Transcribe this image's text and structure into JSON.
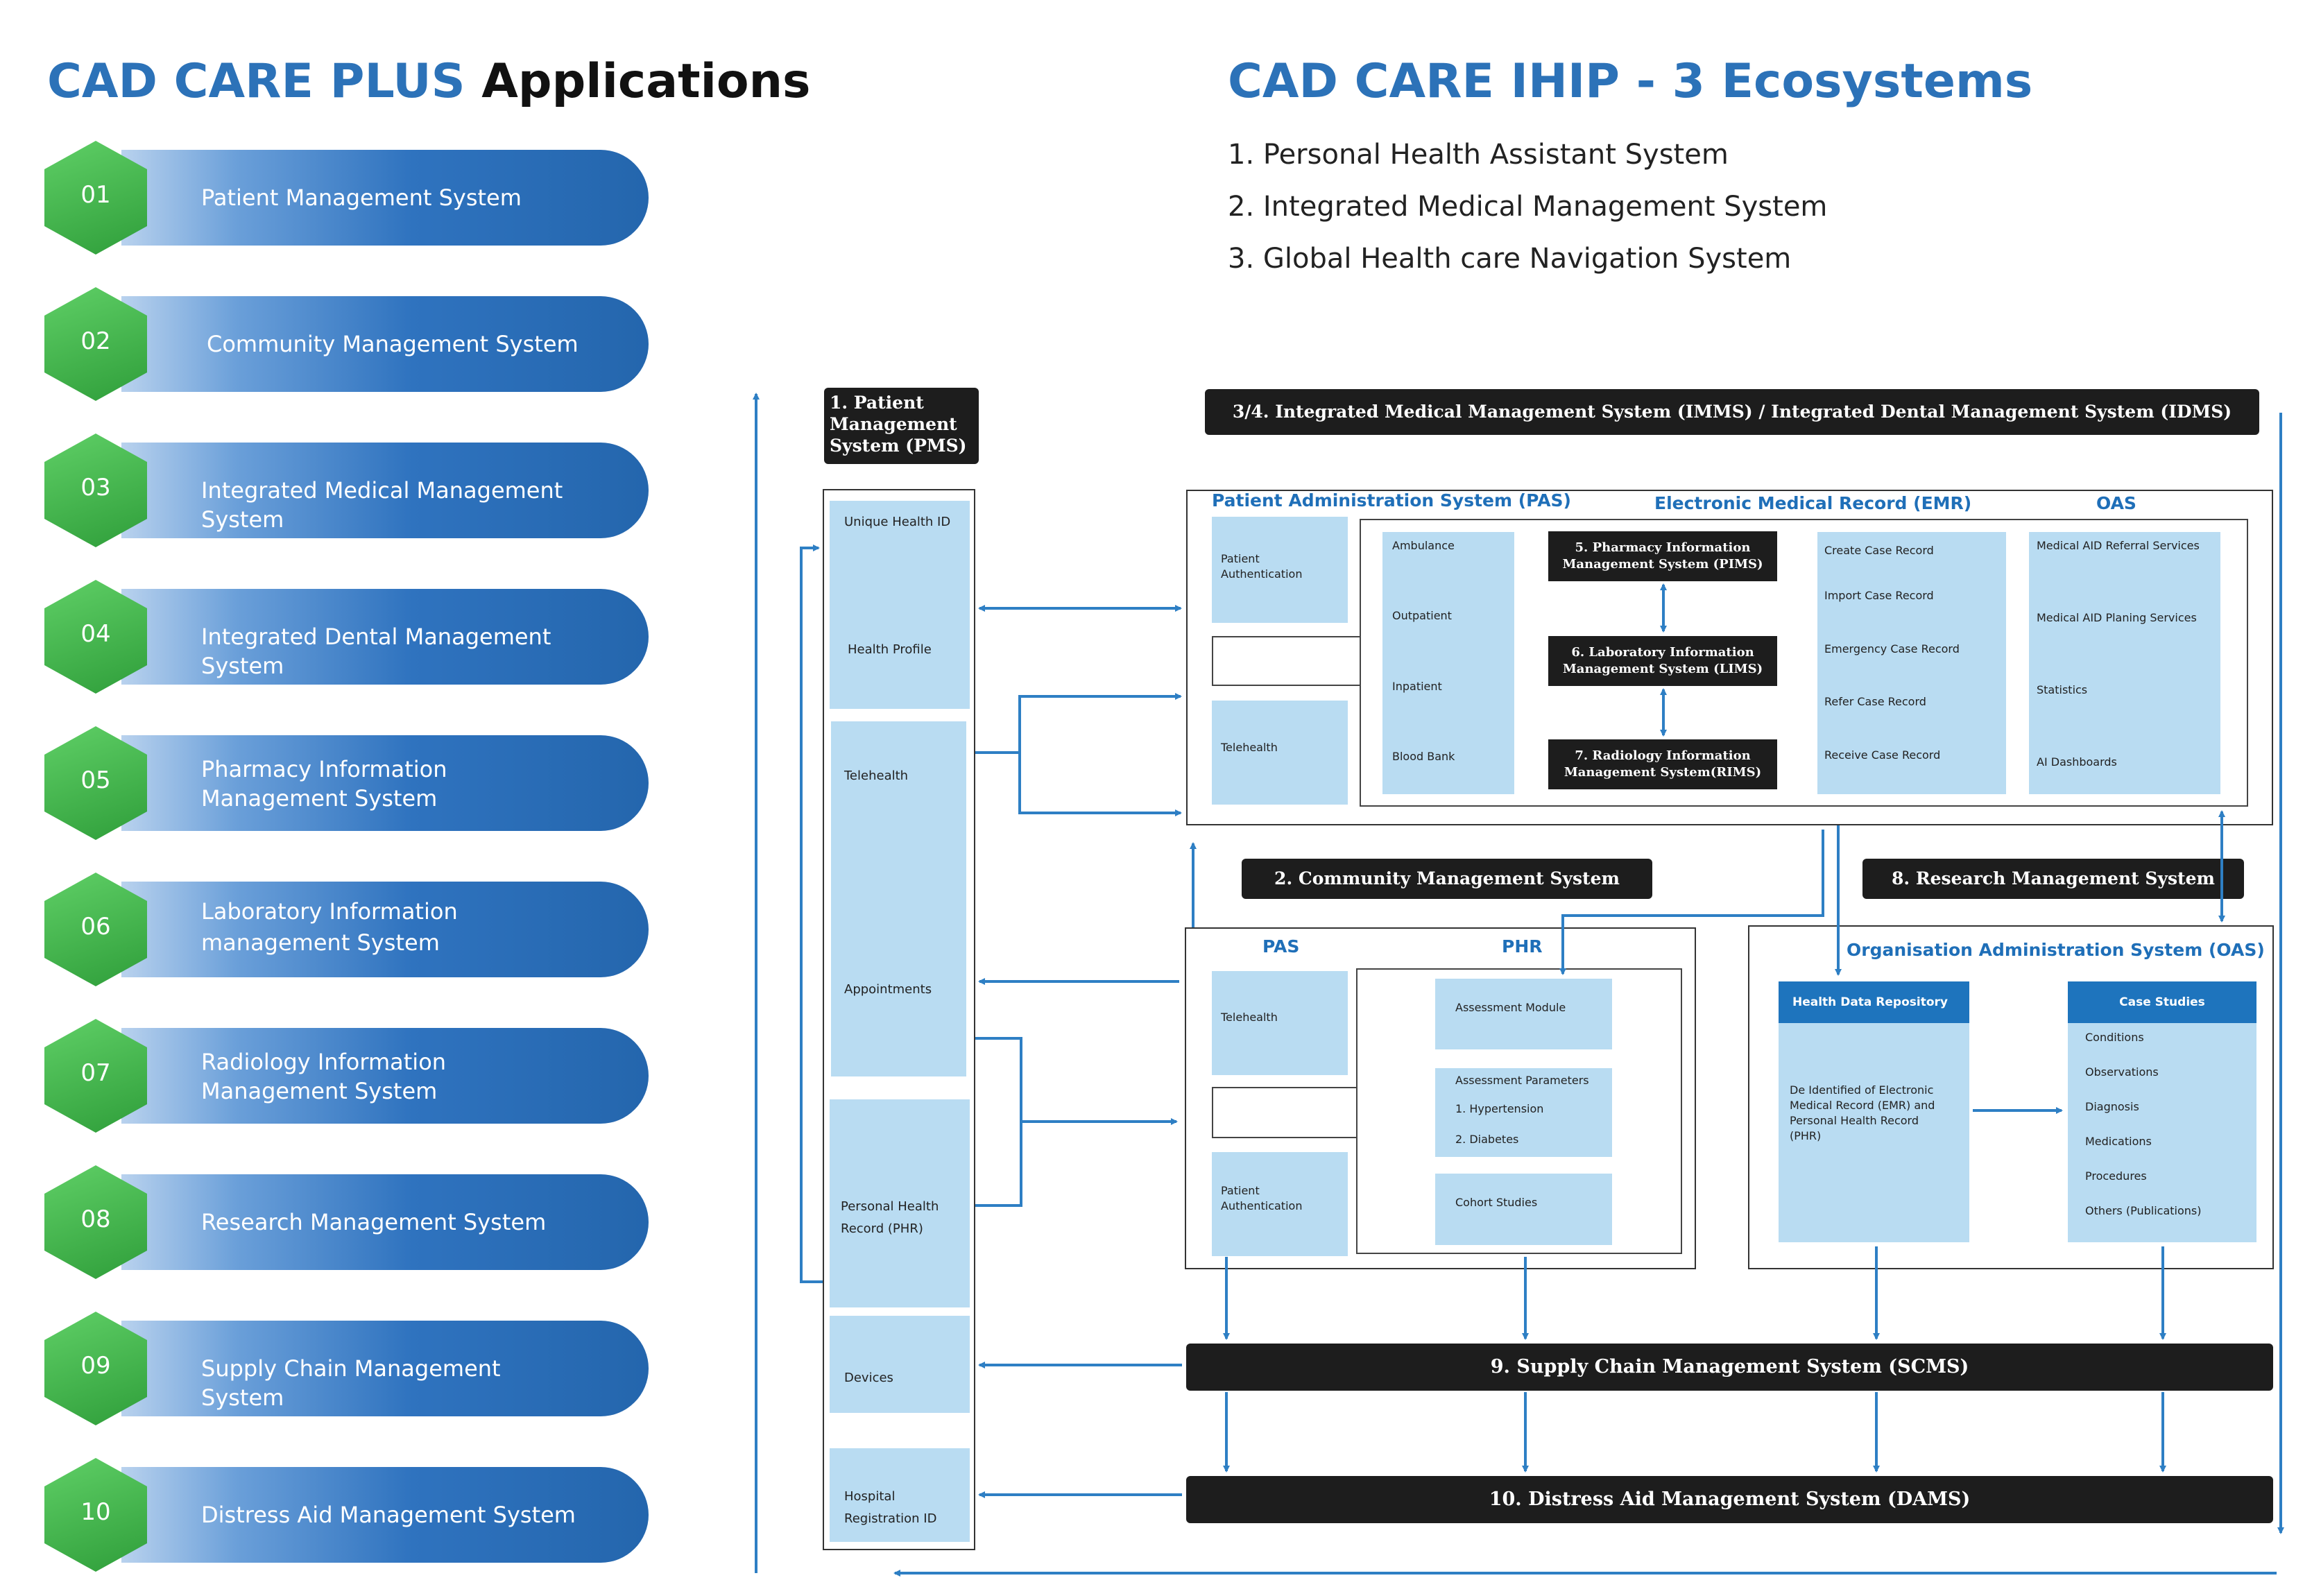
{
  "left": {
    "heading_part1": "CAD CARE PLUS",
    "heading_part2": "Applications",
    "items": [
      {
        "num": "01",
        "label": "Patient Management System"
      },
      {
        "num": "02",
        "label": "Community Management System"
      },
      {
        "num": "03",
        "label": "Integrated Medical Management System"
      },
      {
        "num": "04",
        "label": "Integrated Dental Management System"
      },
      {
        "num": "05",
        "label": "Pharmacy Information Management System"
      },
      {
        "num": "06",
        "label": "Laboratory Information management System"
      },
      {
        "num": "07",
        "label": "Radiology Information Management System"
      },
      {
        "num": "08",
        "label": "Research Management System"
      },
      {
        "num": "09",
        "label": "Supply Chain Management System"
      },
      {
        "num": "10",
        "label": "Distress Aid Management System"
      }
    ]
  },
  "right": {
    "heading": "CAD CARE IHIP - 3 Ecosystems",
    "ecosystems": [
      "1. Personal Health Assistant System",
      "2. Integrated Medical Management System",
      "3. Global Health care Navigation System"
    ]
  },
  "diagram": {
    "pms": {
      "title": "1. Patient Management System (PMS)",
      "items": [
        "Unique Health ID",
        "Health Profile",
        "Telehealth",
        "Appointments",
        "Personal Health Record (PHR)",
        "Devices",
        "Hospital Registration ID"
      ]
    },
    "imms": {
      "title": "3/4. Integrated Medical Management System (IMMS) / Integrated Dental Management System (IDMS)",
      "pas_title": "Patient Administration System (PAS)",
      "emr_title": "Electronic Medical Record (EMR)",
      "oas_title": "OAS",
      "pas_items": [
        "Patient Authentication",
        "Telehealth"
      ],
      "emr_services": [
        "Ambulance",
        "Outpatient",
        "Inpatient",
        "Blood Bank"
      ],
      "systems": [
        "5. Pharmacy Information Management System (PIMS)",
        "6. Laboratory Information Management System (LIMS)",
        "7. Radiology Information Management System(RIMS)"
      ],
      "case_records": [
        "Create Case Record",
        "Import Case Record",
        "Emergency Case Record",
        "Refer Case Record",
        "Receive Case Record"
      ],
      "oas_items": [
        "Medical AID Referral Services",
        "Medical AID Planing Services",
        "Statistics",
        "AI Dashboards"
      ]
    },
    "cms": {
      "title": "2. Community Management System (CMS)",
      "pas_title": "PAS",
      "phr_title": "PHR",
      "pas_items": [
        "Telehealth",
        "Patient Authentication"
      ],
      "assessment_module": "Assessment Module",
      "assessment_parameters": "Assessment Parameters",
      "parameters": [
        "1. Hypertension",
        "2. Diabetes"
      ],
      "cohort": "Cohort Studies"
    },
    "rms": {
      "title": "8. Research Management System (RMS)",
      "oas_title": "Organisation Administration System (OAS)",
      "hdr_header": "Health Data Repository",
      "hdr_body": "De Identified of Electronic Medical Record (EMR) and Personal Health Record (PHR)",
      "case_header": "Case Studies",
      "case_items": [
        "Conditions",
        "Observations",
        "Diagnosis",
        "Medications",
        "Procedures",
        "Others (Publications)"
      ]
    },
    "scms": "9. Supply Chain Management System (SCMS)",
    "dams": "10. Distress Aid Management System (DAMS)"
  },
  "colors": {
    "brand_blue": "#2c72b8",
    "hex_green": "#3aaa46",
    "light_box": "#b9dcf2",
    "dark_bar": "#1d1d1d",
    "arrow": "#2e7fc4"
  }
}
